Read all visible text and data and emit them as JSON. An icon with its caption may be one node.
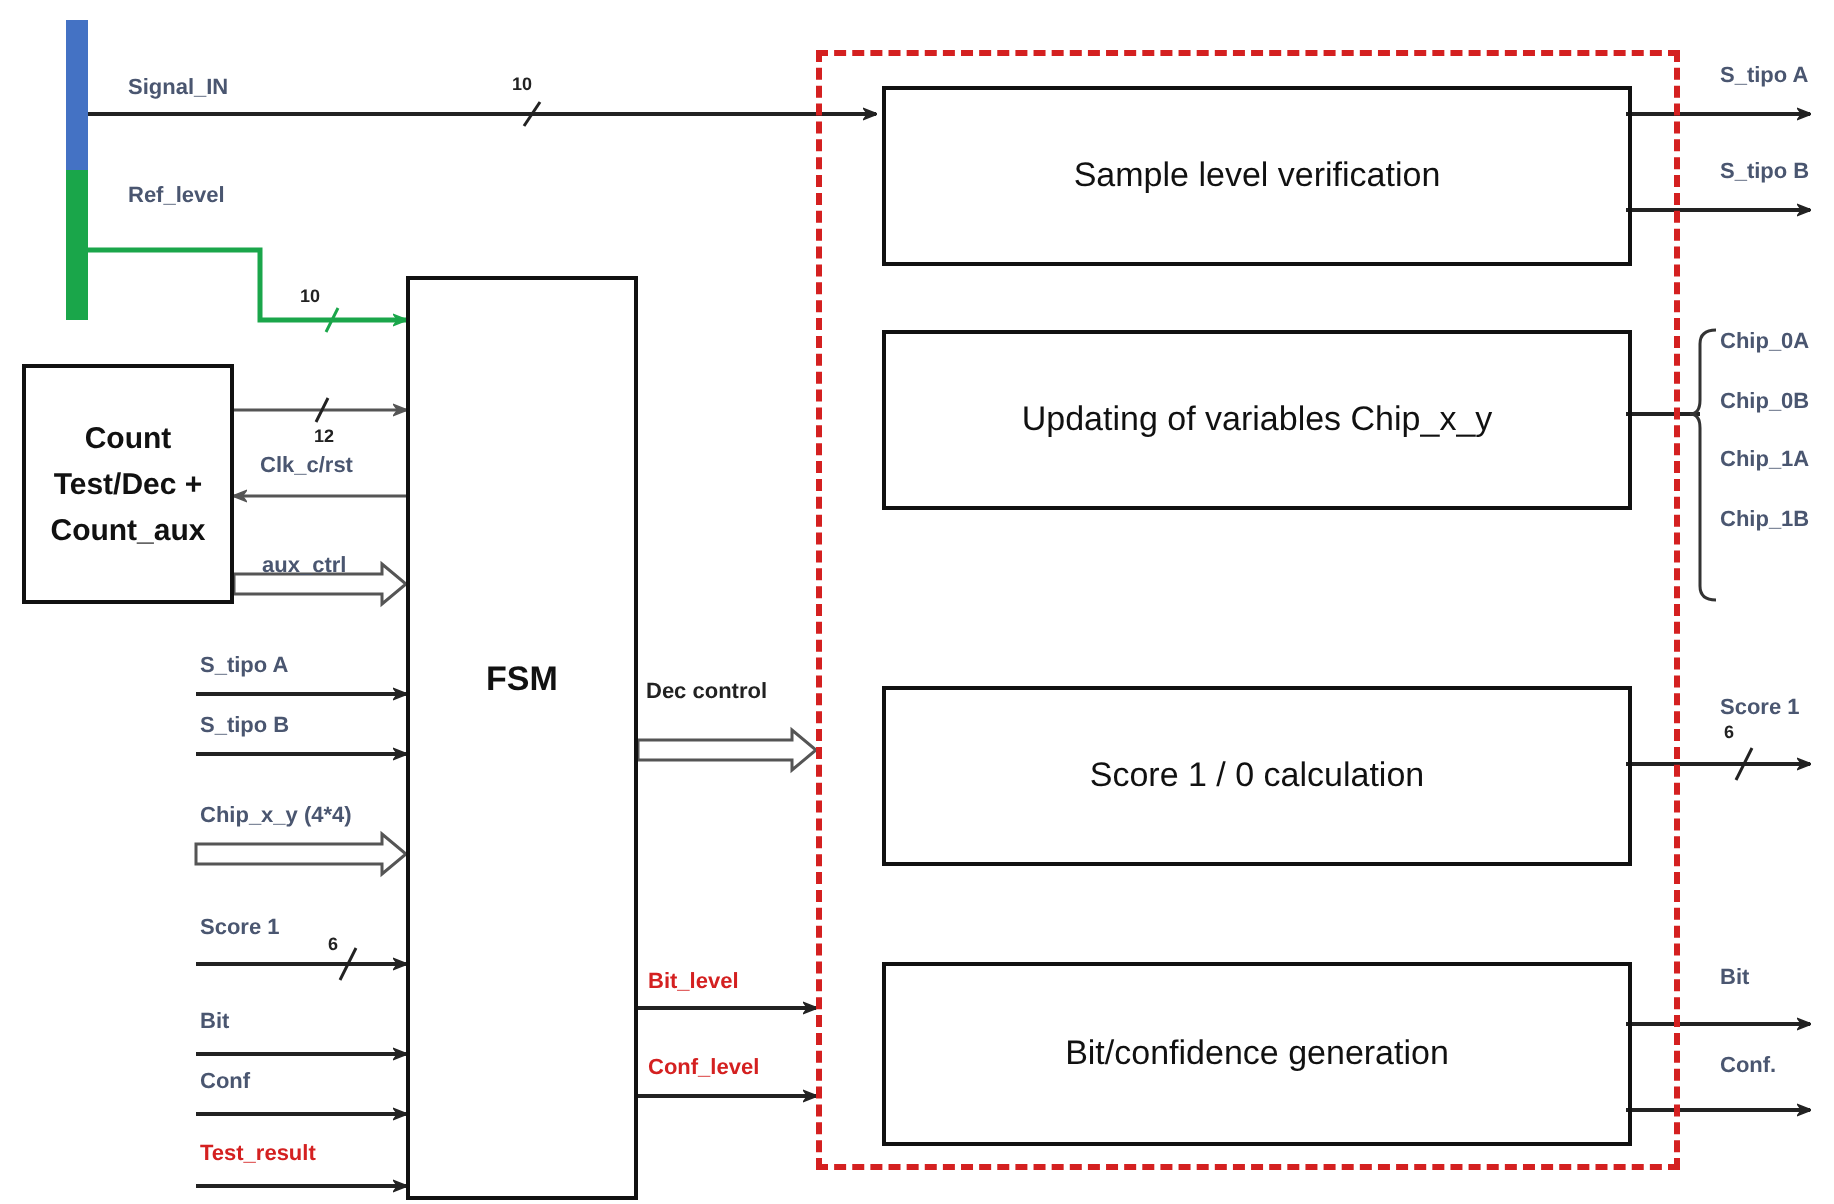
{
  "diagram": {
    "nodes": [
      {
        "text": [],
        "shape": "bar"
      },
      {
        "text": [],
        "shape": "bar"
      },
      {
        "text": [
          "Count Test/Dec + Count_aux"
        ]
      },
      {
        "text": [
          "FSM"
        ]
      },
      {
        "text": [],
        "shape": "box"
      },
      {
        "text": [
          "Sample level verification"
        ],
        "in": 4
      },
      {
        "text": [
          "Updating of variables Chip_x_y"
        ],
        "in": 4
      },
      {
        "text": [
          "Score 1 / 0 calculation"
        ],
        "in": 4
      },
      {
        "text": [
          "Bit/confidence generation"
        ],
        "in": 4
      }
    ],
    "edges": [
      {
        "from": 0,
        "to": 5,
        "arrow": "to",
        "label": "Signal_IN"
      },
      {
        "from": 1,
        "to": 3,
        "arrow": "to",
        "label": "Ref_level",
        "color": "#1aa64a"
      },
      {
        "from": 2,
        "to": 3,
        "arrow": "to"
      },
      {
        "from": 3,
        "to": 2,
        "arrow": "to",
        "label": "Clk_c/rst"
      },
      {
        "from": 2,
        "to": 3,
        "arrow": "to",
        "label": "aux_ctrl",
        "style": "thick"
      },
      {
        "from": null,
        "to": 3,
        "arrow": "to",
        "label": "S_tipo A"
      },
      {
        "from": null,
        "to": 3,
        "arrow": "to",
        "label": "S_tipo B"
      },
      {
        "from": null,
        "to": 3,
        "arrow": "to",
        "label": "Chip_x_y (4*4)",
        "style": "thick"
      },
      {
        "from": null,
        "to": 3,
        "arrow": "to",
        "label": "Score 1"
      },
      {
        "from": null,
        "to": 3,
        "arrow": "to",
        "label": "Bit"
      },
      {
        "from": null,
        "to": 3,
        "arrow": "to",
        "label": "Conf"
      },
      {
        "from": null,
        "to": 3,
        "arrow": "to",
        "label": "Test_result"
      },
      {
        "from": 3,
        "to": 4,
        "arrow": "to",
        "label": "Dec control",
        "style": "thick"
      },
      {
        "from": 3,
        "to": 4,
        "arrow": "to",
        "label": "Bit_level"
      },
      {
        "from": 3,
        "to": 4,
        "arrow": "to",
        "label": "Conf_level"
      },
      {
        "from": 5,
        "to": null,
        "arrow": "to",
        "label": "S_tipo A"
      },
      {
        "from": 5,
        "to": null,
        "arrow": "to",
        "label": "S_tipo B"
      },
      {
        "from": 6,
        "to": null,
        "arrow": "none"
      },
      {
        "from": 7,
        "to": null,
        "arrow": "to",
        "label": "Score 1"
      },
      {
        "from": 8,
        "to": null,
        "arrow": "to",
        "label": "Bit"
      },
      {
        "from": 8,
        "to": null,
        "arrow": "to",
        "label": "Conf."
      }
    ],
    "labels": [
      "10",
      "10",
      "12",
      "6",
      "Chip_0A",
      "Chip_0B",
      "Chip_1A",
      "Chip_1B",
      "6"
    ]
  }
}
